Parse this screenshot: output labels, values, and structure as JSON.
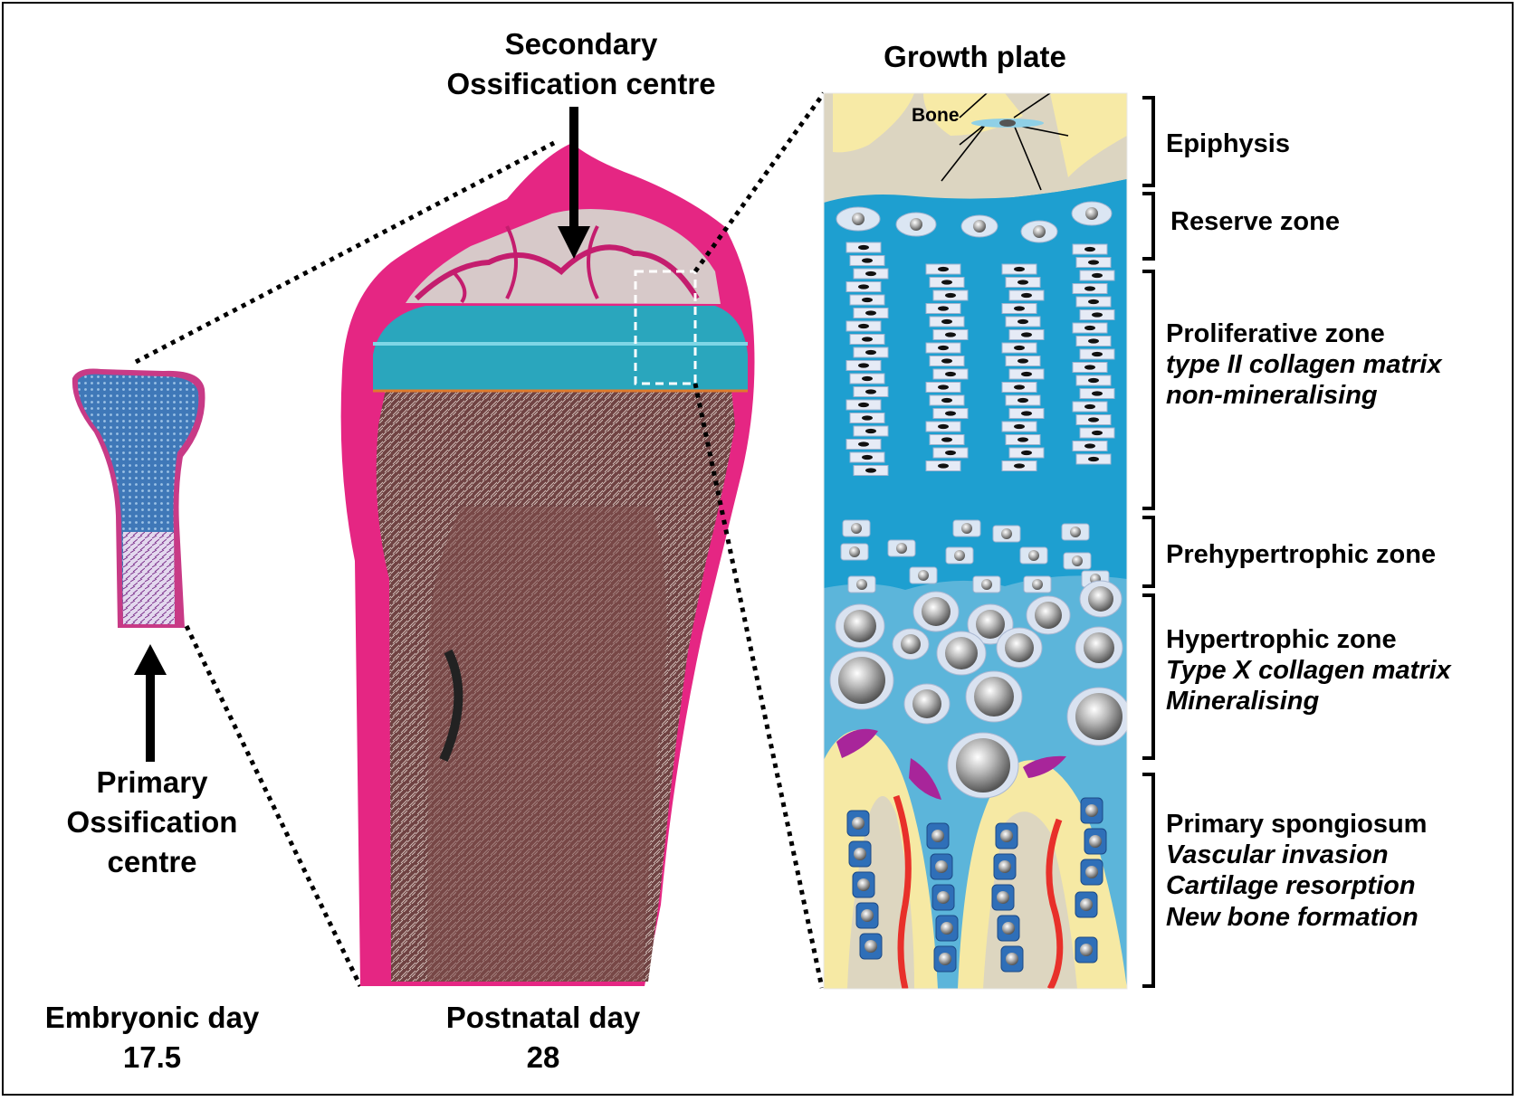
{
  "headers": {
    "secondary_line1": "Secondary",
    "secondary_line2": "Ossification centre",
    "growth_plate": "Growth plate"
  },
  "left_panel": {
    "primary_line1": "Primary",
    "primary_line2": "Ossification",
    "primary_line3": "centre",
    "caption_line1": "Embryonic day",
    "caption_line2": "17.5"
  },
  "middle_panel": {
    "caption_line1": "Postnatal day",
    "caption_line2": "28"
  },
  "growth_plate": {
    "bone_label": "Bone",
    "zones": [
      {
        "title": "Epiphysis",
        "details": []
      },
      {
        "title": "Reserve zone",
        "details": []
      },
      {
        "title": "Proliferative zone",
        "details": [
          "type II collagen matrix",
          "non-mineralising"
        ]
      },
      {
        "title": "Prehypertrophic zone",
        "details": []
      },
      {
        "title": "Hypertrophic zone",
        "details": [
          "Type X collagen matrix",
          "Mineralising"
        ]
      },
      {
        "title": "Primary spongiosum",
        "details": [
          "Vascular invasion",
          "Cartilage resorption",
          "New bone formation"
        ]
      }
    ]
  },
  "colors": {
    "cartilage_blue": "#1f9fd1",
    "hypertrophic_blue": "#5cb5da",
    "bone_cream": "#f6e9a4",
    "marrow_tan": "#ddd6c0",
    "histology_magenta": "#d9217a",
    "histology_teal": "#2fa3b8",
    "marrow_brown": "#6b3f3f",
    "vessel_red": "#e8302a",
    "osteoclast_purple": "#a8259a",
    "osteoblast_blue": "#2f6fb8"
  }
}
